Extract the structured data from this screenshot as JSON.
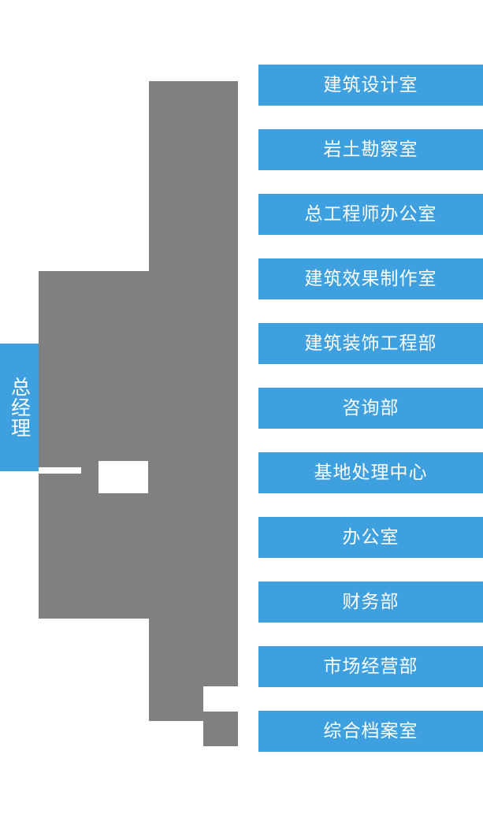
{
  "diagram": {
    "type": "organization-chart",
    "title": "",
    "colors": {
      "node_fill": "#3fa0e0",
      "node_text": "#ffffff",
      "connector": "#808080",
      "background": "#ffffff"
    },
    "root": {
      "label": "总经理",
      "orientation": "vertical"
    },
    "departments": [
      {
        "label": "建筑设计室"
      },
      {
        "label": "岩土勘察室"
      },
      {
        "label": "总工程师办公室"
      },
      {
        "label": "建筑效果制作室"
      },
      {
        "label": "建筑装饰工程部"
      },
      {
        "label": "咨询部"
      },
      {
        "label": "基地处理中心"
      },
      {
        "label": "办公室"
      },
      {
        "label": "财务部"
      },
      {
        "label": "市场经营部"
      },
      {
        "label": "综合档案室"
      }
    ]
  }
}
